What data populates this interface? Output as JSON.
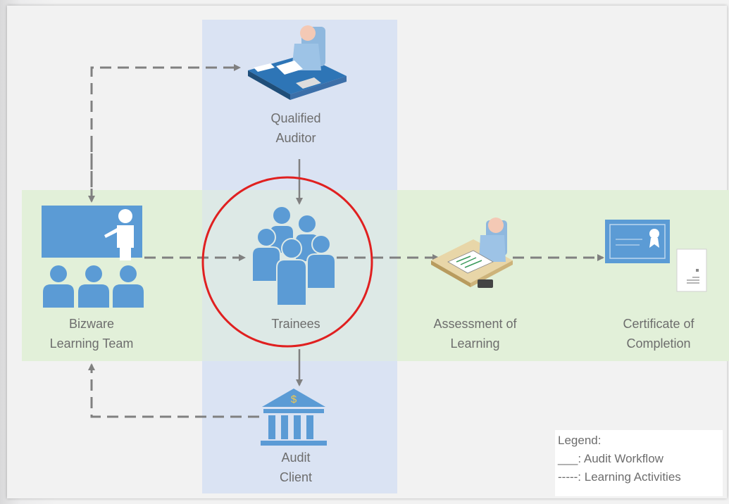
{
  "nodes": {
    "auditor": "Qualified\nAuditor",
    "trainees": "Trainees",
    "bizware": "Bizware\nLearning Team",
    "assessment": "Assessment of\nLearning",
    "certificate": "Certificate of\nCompletion",
    "client": "Audit\nClient"
  },
  "legend": {
    "title": "Legend:",
    "audit": "___: Audit Workflow",
    "learning": "-----: Learning Activities"
  },
  "colors": {
    "icon_blue": "#5b9bd5",
    "icon_dark": "#2e75b6",
    "vertical_band": "#dae3f3",
    "horizontal_band": "#e2f0d9",
    "arrow": "#808080",
    "highlight_circle": "#e02020"
  },
  "icons": [
    "presenter-icon",
    "audience-icon",
    "people-group-icon",
    "auditor-desk-icon",
    "assessor-desk-icon",
    "certificate-icon",
    "document-icon",
    "bank-icon"
  ]
}
